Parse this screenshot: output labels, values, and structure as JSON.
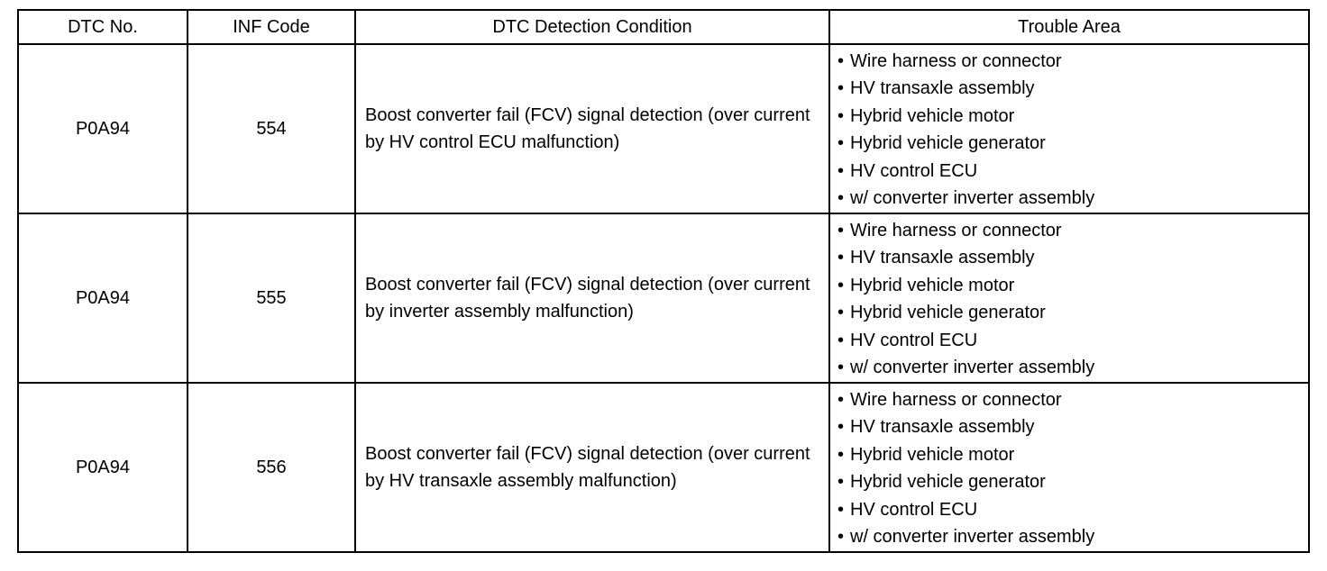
{
  "table": {
    "headers": [
      "DTC No.",
      "INF Code",
      "DTC Detection Condition",
      "Trouble Area"
    ],
    "rows": [
      {
        "dtc": "P0A94",
        "inf": "554",
        "condition": "Boost converter fail (FCV) signal detection (over current by HV control ECU malfunction)",
        "areas": [
          "Wire harness or connector",
          "HV transaxle assembly",
          "Hybrid vehicle motor",
          "Hybrid vehicle generator",
          "HV control ECU",
          "w/ converter inverter assembly"
        ]
      },
      {
        "dtc": "P0A94",
        "inf": "555",
        "condition": "Boost converter fail (FCV) signal detection (over current by inverter assembly malfunction)",
        "areas": [
          "Wire harness or connector",
          "HV transaxle assembly",
          "Hybrid vehicle motor",
          "Hybrid vehicle generator",
          "HV control ECU",
          "w/ converter inverter assembly"
        ]
      },
      {
        "dtc": "P0A94",
        "inf": "556",
        "condition": "Boost converter fail (FCV) signal detection (over current by HV transaxle assembly malfunction)",
        "areas": [
          "Wire harness or connector",
          "HV transaxle assembly",
          "Hybrid vehicle motor",
          "Hybrid vehicle generator",
          "HV control ECU",
          "w/ converter inverter assembly"
        ]
      }
    ]
  },
  "bullet_char": "•"
}
